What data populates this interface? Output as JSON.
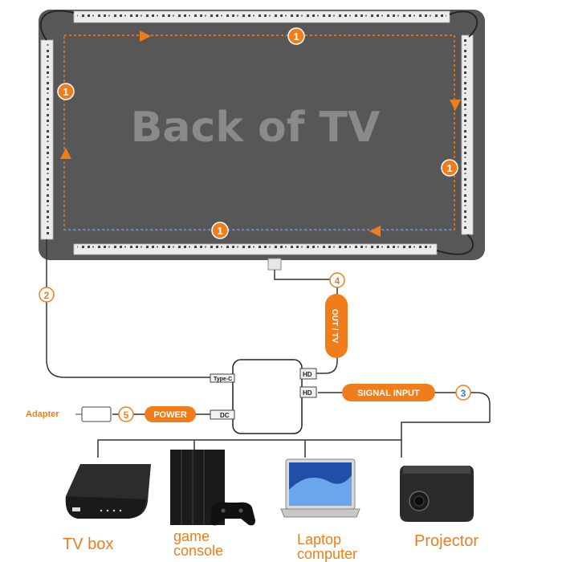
{
  "tv": {
    "title": "Back of TV"
  },
  "strip_badge": "1",
  "badges": {
    "b2": "2",
    "b3": "3",
    "b4": "4",
    "b5": "5"
  },
  "box": {
    "port_type_c": "Type-C",
    "port_dc": "DC",
    "port_hd_out": "HD",
    "port_hd_in": "HD"
  },
  "labels": {
    "out_tv": "OUT / TV",
    "signal_input": "SIGNAL INPUT",
    "power": "POWER",
    "adapter": "Adapter"
  },
  "devices": {
    "tv_box": "TV box",
    "game_console": [
      "game",
      "console"
    ],
    "laptop": [
      "Laptop",
      "computer"
    ],
    "projector": "Projector"
  },
  "colors": {
    "accent": "#f07c1a",
    "tv_panel": "#585757",
    "tv_text": "#8a8a8a",
    "strip": "#ececec",
    "cable": "#333333"
  }
}
